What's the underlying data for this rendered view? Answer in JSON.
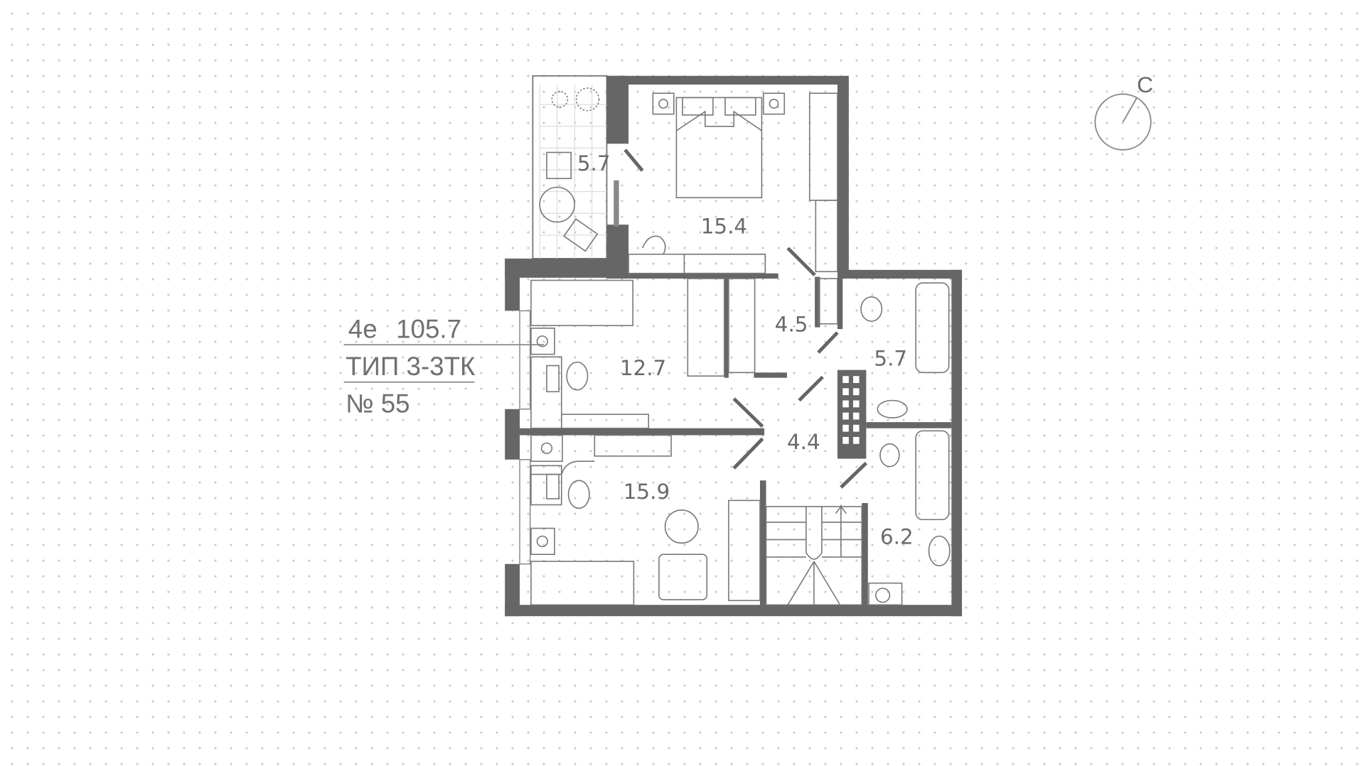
{
  "plan": {
    "floor_label": "4е",
    "total_area": "105.7",
    "type_label": "ТИП 3-3ТК",
    "number_label": "№ 55",
    "compass_letter": "С",
    "rooms": [
      {
        "name": "balcony",
        "area": "5.7"
      },
      {
        "name": "master-bedroom",
        "area": "15.4"
      },
      {
        "name": "corridor-upper",
        "area": "4.5"
      },
      {
        "name": "bathroom-upper",
        "area": "5.7"
      },
      {
        "name": "bedroom-middle",
        "area": "12.7"
      },
      {
        "name": "corridor-lower",
        "area": "4.4"
      },
      {
        "name": "bedroom-lower",
        "area": "15.9"
      },
      {
        "name": "bathroom-lower",
        "area": "6.2"
      }
    ]
  },
  "colors": {
    "wall": "#666666",
    "text": "#6a6a6a",
    "dots": "#c9c9c9"
  }
}
